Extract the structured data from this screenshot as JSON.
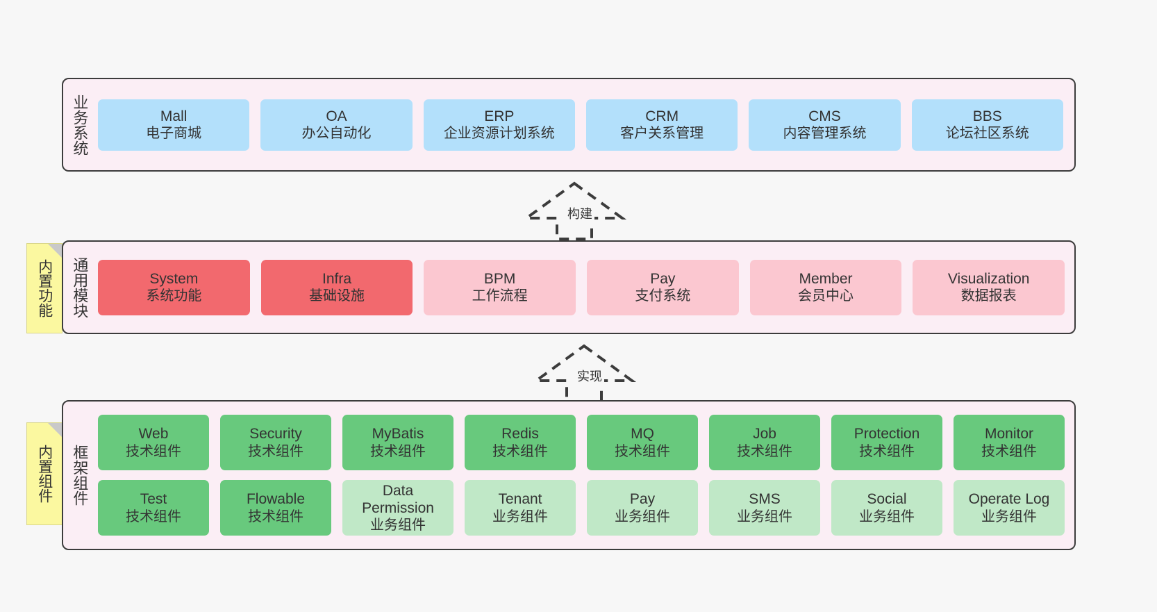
{
  "diagram": {
    "background_color": "#f7f7f7",
    "band_fill": "#fbeef5",
    "band_border": "#3c3c3c",
    "note_fill": "#fbf8a0"
  },
  "bands": {
    "business": {
      "title": "业务系统",
      "items": [
        {
          "name": "Mall",
          "desc": "电子商城",
          "color": "#b3e0fb"
        },
        {
          "name": "OA",
          "desc": "办公自动化",
          "color": "#b3e0fb"
        },
        {
          "name": "ERP",
          "desc": "企业资源计划系统",
          "color": "#b3e0fb"
        },
        {
          "name": "CRM",
          "desc": "客户关系管理",
          "color": "#b3e0fb"
        },
        {
          "name": "CMS",
          "desc": "内容管理系统",
          "color": "#b3e0fb"
        },
        {
          "name": "BBS",
          "desc": "论坛社区系统",
          "color": "#b3e0fb"
        }
      ]
    },
    "modules": {
      "title": "通用模块",
      "note": "内置功能",
      "items": [
        {
          "name": "System",
          "desc": "系统功能",
          "color": "#f2696e"
        },
        {
          "name": "Infra",
          "desc": "基础设施",
          "color": "#f2696e"
        },
        {
          "name": "BPM",
          "desc": "工作流程",
          "color": "#fbc7d0"
        },
        {
          "name": "Pay",
          "desc": "支付系统",
          "color": "#fbc7d0"
        },
        {
          "name": "Member",
          "desc": "会员中心",
          "color": "#fbc7d0"
        },
        {
          "name": "Visualization",
          "desc": "数据报表",
          "color": "#fbc7d0"
        }
      ]
    },
    "framework": {
      "title": "框架组件",
      "note": "内置组件",
      "row1": [
        {
          "name": "Web",
          "desc": "技术组件",
          "color": "#68c97d"
        },
        {
          "name": "Security",
          "desc": "技术组件",
          "color": "#68c97d"
        },
        {
          "name": "MyBatis",
          "desc": "技术组件",
          "color": "#68c97d"
        },
        {
          "name": "Redis",
          "desc": "技术组件",
          "color": "#68c97d"
        },
        {
          "name": "MQ",
          "desc": "技术组件",
          "color": "#68c97d"
        },
        {
          "name": "Job",
          "desc": "技术组件",
          "color": "#68c97d"
        },
        {
          "name": "Protection",
          "desc": "技术组件",
          "color": "#68c97d"
        },
        {
          "name": "Monitor",
          "desc": "技术组件",
          "color": "#68c97d"
        }
      ],
      "row2": [
        {
          "name": "Test",
          "desc": "技术组件",
          "color": "#68c97d"
        },
        {
          "name": "Flowable",
          "desc": "技术组件",
          "color": "#68c97d"
        },
        {
          "name": "Data Permission",
          "desc": "业务组件",
          "color": "#c0e8c7"
        },
        {
          "name": "Tenant",
          "desc": "业务组件",
          "color": "#c0e8c7"
        },
        {
          "name": "Pay",
          "desc": "业务组件",
          "color": "#c0e8c7"
        },
        {
          "name": "SMS",
          "desc": "业务组件",
          "color": "#c0e8c7"
        },
        {
          "name": "Social",
          "desc": "业务组件",
          "color": "#c0e8c7"
        },
        {
          "name": "Operate Log",
          "desc": "业务组件",
          "color": "#c0e8c7"
        }
      ]
    }
  },
  "arrows": [
    {
      "id": "build",
      "label": "构建",
      "style": "dashed-hollow-up"
    },
    {
      "id": "impl",
      "label": "实现",
      "style": "dashed-hollow-up"
    }
  ]
}
